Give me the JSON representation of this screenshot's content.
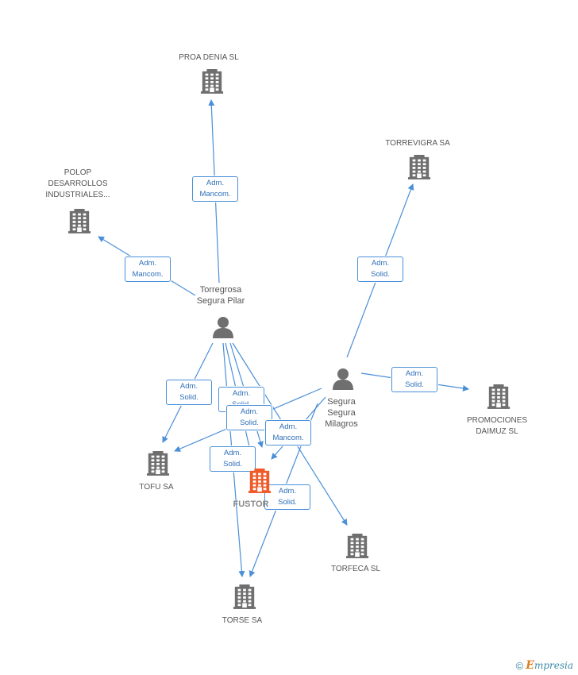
{
  "colors": {
    "edge": "#4a8fd8",
    "building": "#6f6f6f",
    "main_building": "#f05a28",
    "person": "#6f6f6f"
  },
  "nodes": [
    {
      "id": "proa",
      "type": "company",
      "label": "PROA DENIA  SL"
    },
    {
      "id": "torrevigra",
      "type": "company",
      "label": "TORREVIGRA SA"
    },
    {
      "id": "polop",
      "type": "company",
      "label": "POLOP\nDESARROLLOS\nINDUSTRIALES..."
    },
    {
      "id": "torregrosa",
      "type": "person",
      "label": "Torregrosa\nSegura Pilar"
    },
    {
      "id": "segura",
      "type": "person",
      "label": "Segura\nSegura\nMilagros"
    },
    {
      "id": "promociones",
      "type": "company",
      "label": "PROMOCIONES\nDAIMUZ SL"
    },
    {
      "id": "tofu",
      "type": "company",
      "label": "TOFU SA"
    },
    {
      "id": "fustor",
      "type": "main",
      "label": "FUSTOR"
    },
    {
      "id": "torfeca",
      "type": "company",
      "label": "TORFECA  SL"
    },
    {
      "id": "torse",
      "type": "company",
      "label": "TORSE SA"
    }
  ],
  "edges": [
    {
      "from": "torregrosa",
      "to": "proa",
      "label": "Adm.\nMancom."
    },
    {
      "from": "torregrosa",
      "to": "polop",
      "label": "Adm.\nMancom."
    },
    {
      "from": "segura",
      "to": "torrevigra",
      "label": "Adm.\nSolid."
    },
    {
      "from": "segura",
      "to": "promociones",
      "label": "Adm.\nSolid."
    },
    {
      "from": "torregrosa",
      "to": "tofu",
      "label": "Adm.\nSolid."
    },
    {
      "from": "torregrosa",
      "to": "fustor",
      "label": "Adm.\nSolid."
    },
    {
      "from": "torregrosa",
      "to": "fustor",
      "label": "Adm.\nSolid."
    },
    {
      "from": "segura",
      "to": "fustor",
      "label": "Adm.\nMancom."
    },
    {
      "from": "torregrosa",
      "to": "torse",
      "label": "Adm.\nSolid."
    },
    {
      "from": "segura",
      "to": "torse",
      "label": "Adm.\nSolid."
    },
    {
      "from": "segura",
      "to": "tofu",
      "label": ""
    },
    {
      "from": "torregrosa",
      "to": "torfeca",
      "label": ""
    }
  ],
  "watermark": {
    "copyright": "©",
    "brand_first": "E",
    "brand_rest": "mpresia"
  }
}
